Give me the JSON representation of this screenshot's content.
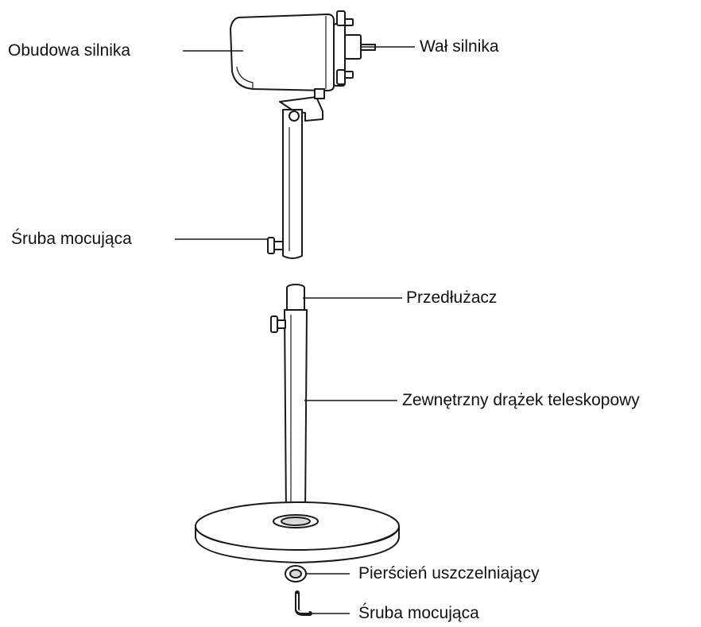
{
  "labels": {
    "motor_housing": "Obudowa silnika",
    "motor_shaft": "Wał silnika",
    "mounting_screw_top": "Śruba mocująca",
    "extension": "Przedłużacz",
    "outer_telescopic_rod": "Zewnętrzny drążek teleskopowy",
    "sealing_ring": "Pierścień uszczelniający",
    "mounting_screw_bottom": "Śruba mocująca"
  },
  "colors": {
    "stroke": "#1a1a1a",
    "text": "#111111",
    "background": "#ffffff"
  }
}
